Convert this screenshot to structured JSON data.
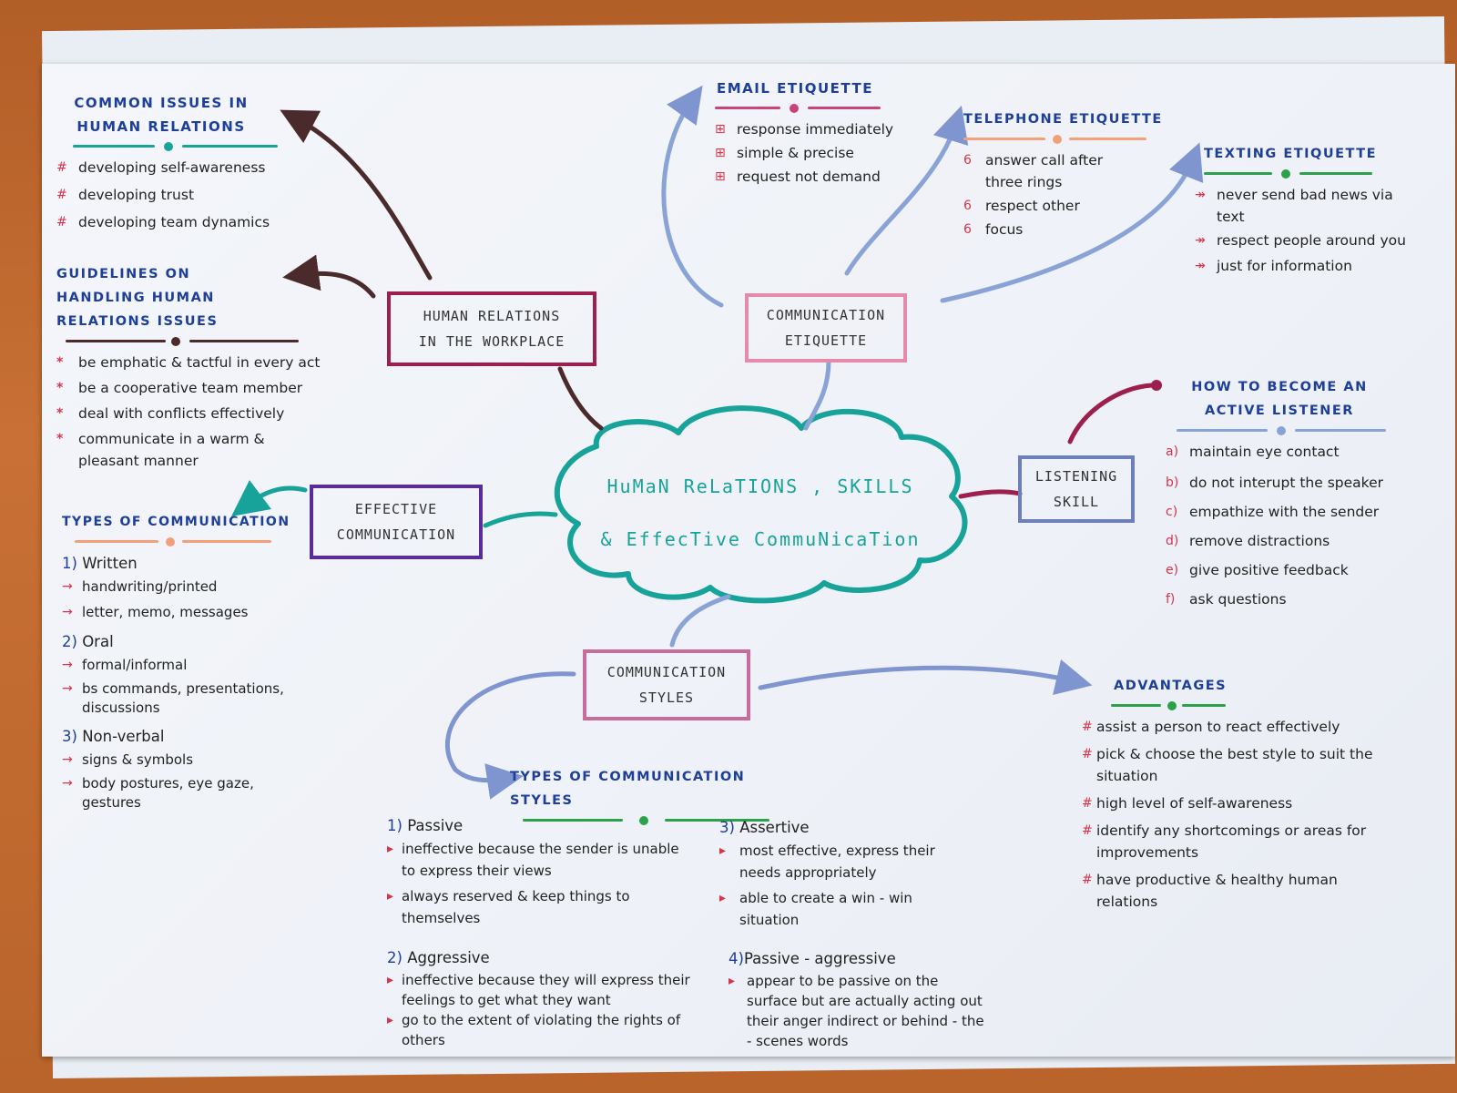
{
  "colors": {
    "ink": "#222222",
    "heading": "#1d3f9a",
    "teal": "#17a39a",
    "maroon": "#9c1f4d",
    "pink": "#e58aa8",
    "purple": "#5a2c9a",
    "blue": "#8aa3d6",
    "brown": "#4a2a2a",
    "red": "#d8334a",
    "green": "#2aa14a"
  },
  "center": {
    "line1": "HuMaN ReLaTIONS , SKILLS",
    "line2": "& EffecTive CommuNicaTion"
  },
  "boxes": {
    "human_relations": "HUMAN RELATIONS\nIN THE WORKPLACE",
    "etiquette": "COMMUNICATION\nETIQUETTE",
    "listening": "LISTENING\nSKILL",
    "effective": "EFFECTIVE\nCOMMUNICATION",
    "styles": "COMMUNICATION\nSTYLES"
  },
  "common_issues": {
    "heading": "COMMON ISSUES IN HUMAN RELATIONS",
    "bullet": "#",
    "items": [
      "developing self-awareness",
      "developing trust",
      "developing team dynamics"
    ]
  },
  "guidelines": {
    "heading": "GUIDELINES ON HANDLING HUMAN RELATIONS ISSUES",
    "bullet": "*",
    "items": [
      "be emphatic & tactful in every act",
      "be a cooperative team member",
      "deal with conflicts effectively",
      "communicate in a warm & pleasant manner"
    ]
  },
  "email": {
    "heading": "EMAIL ETIQUETTE",
    "bullet": "⊞",
    "items": [
      "response immediately",
      "simple & precise",
      "request not demand"
    ]
  },
  "telephone": {
    "heading": "TELEPHONE ETIQUETTE",
    "bullet": "6",
    "items": [
      "answer call after three rings",
      "respect other",
      "focus"
    ]
  },
  "texting": {
    "heading": "TEXTING ETIQUETTE",
    "bullet": "↠",
    "items": [
      "never send bad news via text",
      "respect people around you",
      "just for information"
    ]
  },
  "active_listener": {
    "heading": "HOW TO BECOME AN ACTIVE LISTENER",
    "items": [
      {
        "letter": "a)",
        "text": "maintain eye contact"
      },
      {
        "letter": "b)",
        "text": "do not interupt the speaker"
      },
      {
        "letter": "c)",
        "text": "empathize with the sender"
      },
      {
        "letter": "d)",
        "text": "remove distractions"
      },
      {
        "letter": "e)",
        "text": "give positive feedback"
      },
      {
        "letter": "f)",
        "text": "ask questions"
      }
    ]
  },
  "types_comm": {
    "heading": "TYPES OF COMMUNICATION",
    "bullet": "→",
    "groups": [
      {
        "num": "1)",
        "title": "Written",
        "items": [
          "handwriting/printed",
          "letter, memo, messages"
        ]
      },
      {
        "num": "2)",
        "title": "Oral",
        "items": [
          "formal/informal",
          "bs commands, presentations, discussions"
        ]
      },
      {
        "num": "3)",
        "title": "Non-verbal",
        "items": [
          "signs & symbols",
          "body postures, eye gaze, gestures"
        ]
      }
    ]
  },
  "types_styles": {
    "heading": "TYPES OF COMMUNICATION STYLES",
    "bullet": "▸",
    "passive": {
      "num": "1)",
      "title": "Passive",
      "items": [
        "ineffective because the sender is unable to express their views",
        "always reserved & keep things to themselves"
      ]
    },
    "aggressive": {
      "num": "2)",
      "title": "Aggressive",
      "items": [
        "ineffective because they will express their feelings to get what they want",
        "go to the extent of violating the rights of others"
      ]
    },
    "assertive": {
      "num": "3)",
      "title": "Assertive",
      "items": [
        "most effective, express their needs appropriately",
        "able to create a win - win situation"
      ]
    },
    "passive_aggressive": {
      "num": "4)",
      "title": "Passive - aggressive",
      "items": [
        "appear to be passive on the surface but are actually acting out their anger indirect or behind - the - scenes words"
      ]
    }
  },
  "advantages": {
    "heading": "ADVANTAGES",
    "bullet": "#",
    "items": [
      "assist a person to react effectively",
      "pick & choose the best style to suit the situation",
      "high level of self-awareness",
      "identify any shortcomings or areas for improvements",
      "have productive & healthy human relations"
    ]
  }
}
